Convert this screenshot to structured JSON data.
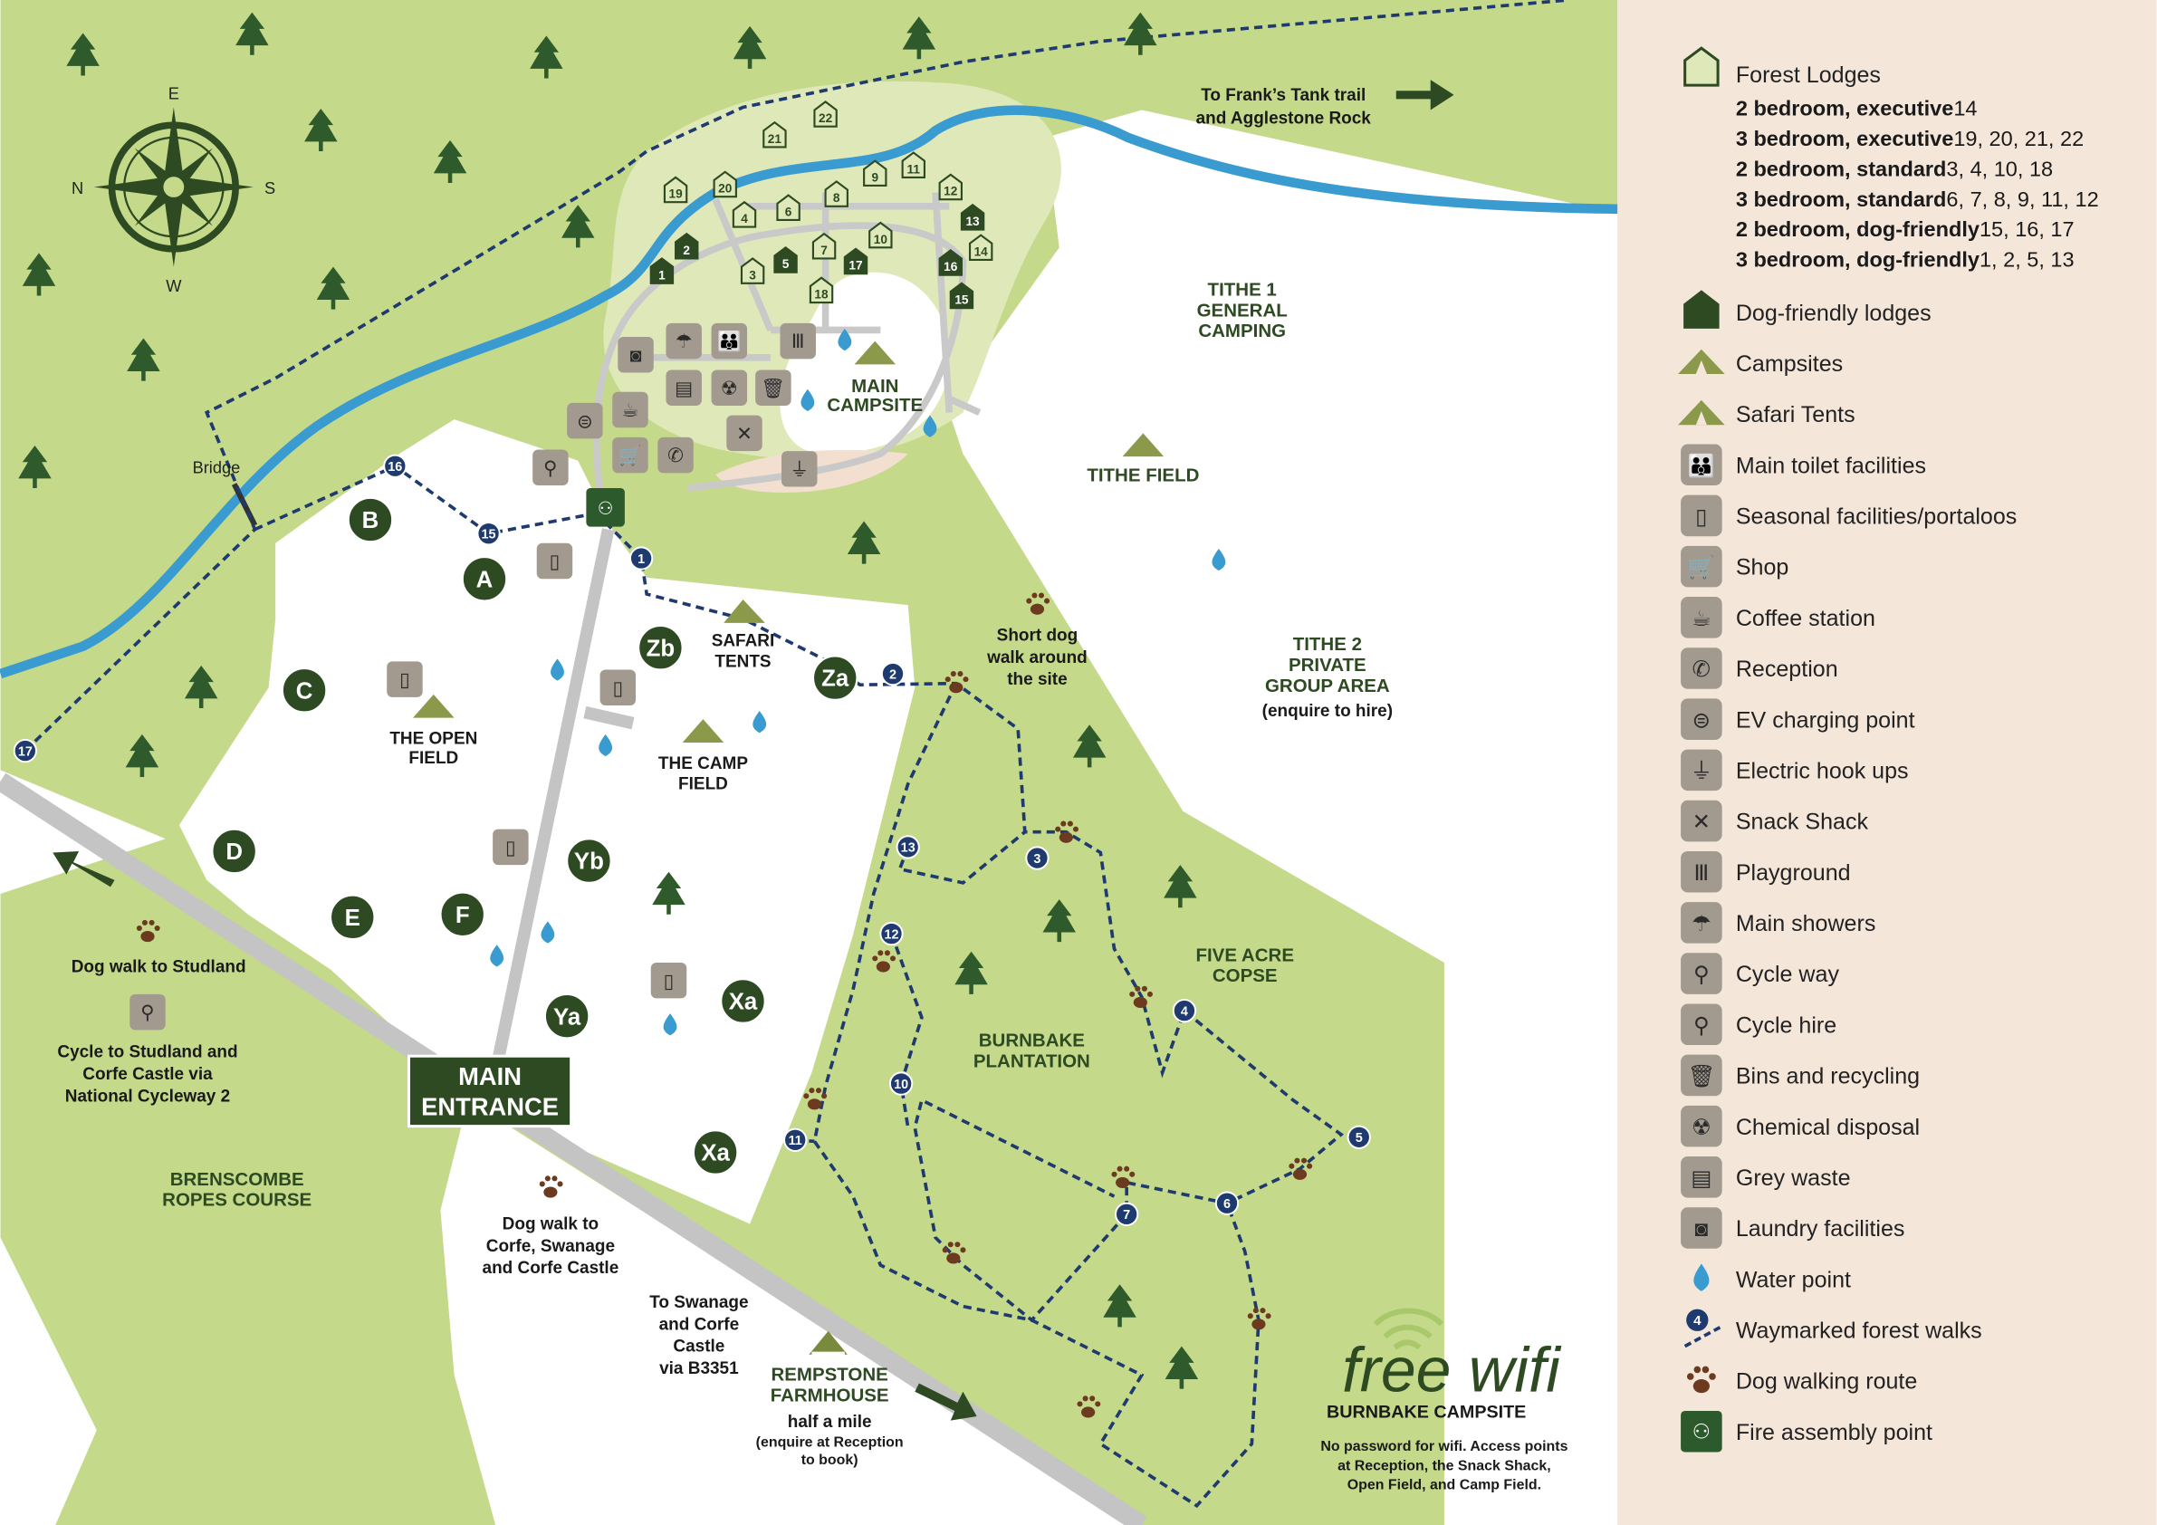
{
  "map": {
    "compass": {
      "n": "N",
      "s": "S",
      "e": "E",
      "w": "W"
    },
    "labels": {
      "franks_tank_1": "To Frank’s Tank trail",
      "franks_tank_2": "and Agglestone Rock",
      "tithe1": [
        "TITHE 1",
        "GENERAL",
        "CAMPING"
      ],
      "main_campsite": [
        "MAIN",
        "CAMPSITE"
      ],
      "tithe_field": "TITHE FIELD",
      "tithe2": [
        "TITHE 2",
        "PRIVATE",
        "GROUP AREA",
        "(enquire to hire)"
      ],
      "short_dog_walk": [
        "Short dog",
        "walk around",
        "the site"
      ],
      "safari_tents": [
        "SAFARI",
        "TENTS"
      ],
      "open_field": [
        "THE OPEN",
        "FIELD"
      ],
      "camp_field": [
        "THE CAMP",
        "FIELD"
      ],
      "five_acre": [
        "FIVE ACRE",
        "COPSE"
      ],
      "burnbake_plantation": [
        "BURNBAKE",
        "PLANTATION"
      ],
      "dog_walk_studland": "Dog walk to Studland",
      "cycle_studland": [
        "Cycle to Studland and",
        "Corfe Castle via",
        "National Cycleway 2"
      ],
      "main_entrance": [
        "MAIN",
        "ENTRANCE"
      ],
      "brenscombe": [
        "BRENSCOMBE",
        "ROPES COURSE"
      ],
      "dog_walk_corfe": [
        "Dog walk to",
        "Corfe, Swanage",
        "and Corfe Castle"
      ],
      "to_swanage": [
        "To Swanage",
        "and Corfe",
        "Castle",
        "via B3351"
      ],
      "rempstone": [
        "REMPSTONE",
        "FARMHOUSE"
      ],
      "half_mile": "half a mile",
      "enquire_reception": [
        "(enquire at Reception",
        "to book)"
      ],
      "bridge": "Bridge"
    },
    "pitches": [
      "B",
      "A",
      "C",
      "D",
      "E",
      "F",
      "Zb",
      "Za",
      "Yb",
      "Ya",
      "Xa",
      "Xa"
    ],
    "waymarks": [
      "16",
      "15",
      "1",
      "2",
      "3",
      "13",
      "12",
      "4",
      "10",
      "11",
      "5",
      "6",
      "7",
      "17"
    ],
    "lodges": [
      "22",
      "21",
      "19",
      "20",
      "4",
      "6",
      "8",
      "9",
      "11",
      "12",
      "13",
      "14",
      "2",
      "1",
      "3",
      "5",
      "7",
      "17",
      "10",
      "16",
      "15",
      "18"
    ],
    "wifi": {
      "script": "free wifi",
      "name": "BURNBAKE CAMPSITE",
      "note": [
        "No password for wifi. Access points",
        "at Reception, the Snack Shack,",
        "Open Field, and Camp Field."
      ]
    }
  },
  "legend": {
    "forest_lodges": "Forest Lodges",
    "lodge_types": [
      {
        "type": "2 bedroom, executive",
        "numbers": "14"
      },
      {
        "type": "3 bedroom, executive",
        "numbers": "19, 20, 21, 22"
      },
      {
        "type": "2 bedroom, standard",
        "numbers": "3, 4, 10, 18"
      },
      {
        "type": "3 bedroom, standard",
        "numbers": "6, 7, 8, 9, 11, 12"
      },
      {
        "type": "2 bedroom, dog-friendly",
        "numbers": "15, 16, 17"
      },
      {
        "type": "3 bedroom, dog-friendly",
        "numbers": "1, 2, 5, 13"
      }
    ],
    "items": [
      {
        "icon": "dog-friendly-lodge-icon",
        "label": "Dog-friendly lodges"
      },
      {
        "icon": "campsite-icon",
        "label": "Campsites"
      },
      {
        "icon": "safari-tent-icon",
        "label": "Safari Tents"
      },
      {
        "icon": "toilet-icon",
        "label": "Main toilet facilities"
      },
      {
        "icon": "portaloo-icon",
        "label": "Seasonal facilities/portaloos"
      },
      {
        "icon": "shop-cart-icon",
        "label": "Shop"
      },
      {
        "icon": "coffee-icon",
        "label": "Coffee station"
      },
      {
        "icon": "phone-icon",
        "label": "Reception"
      },
      {
        "icon": "ev-charging-icon",
        "label": "EV charging point"
      },
      {
        "icon": "electric-hookup-icon",
        "label": "Electric hook ups"
      },
      {
        "icon": "snack-shack-icon",
        "label": "Snack Shack"
      },
      {
        "icon": "playground-icon",
        "label": "Playground"
      },
      {
        "icon": "shower-icon",
        "label": "Main showers"
      },
      {
        "icon": "cycle-way-icon",
        "label": "Cycle way"
      },
      {
        "icon": "cycle-hire-icon",
        "label": "Cycle hire"
      },
      {
        "icon": "bin-icon",
        "label": "Bins and recycling"
      },
      {
        "icon": "chemical-disposal-icon",
        "label": "Chemical disposal"
      },
      {
        "icon": "grey-waste-icon",
        "label": "Grey waste"
      },
      {
        "icon": "laundry-icon",
        "label": "Laundry facilities"
      },
      {
        "icon": "water-drop-icon",
        "label": "Water point"
      },
      {
        "icon": "waymark-icon",
        "label": "Waymarked forest walks"
      },
      {
        "icon": "paw-print-icon",
        "label": "Dog walking route"
      },
      {
        "icon": "fire-assembly-icon",
        "label": "Fire assembly point"
      }
    ],
    "waymark_sample": "4"
  },
  "colors": {
    "grass": "#c5d98a",
    "lodge_area": "#dfe8b8",
    "dark_green": "#2d4a22",
    "river": "#3a9bd0",
    "trail": "#1e3a6e",
    "legend_bg": "#f5e6da",
    "road": "#c4c4c4"
  }
}
